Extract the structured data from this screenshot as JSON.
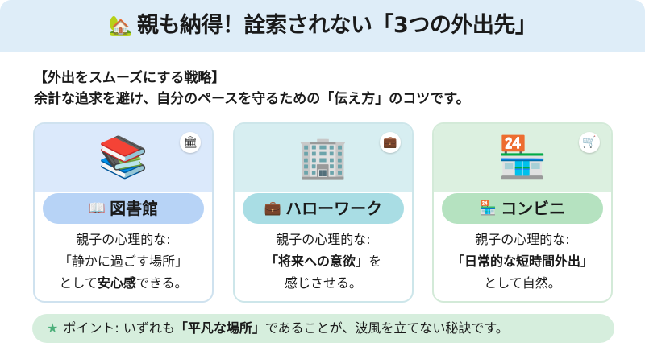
{
  "header": {
    "icon": "house-icon",
    "title": "親も納得！詮索されない「3つの外出先」"
  },
  "intro": {
    "heading": "【外出をスムーズにする戦略】",
    "text": "余計な追求を避け、自分のペースを守るための「伝え方」のコツです。"
  },
  "cards": [
    {
      "illustration": "books-icon",
      "badge": "🏛",
      "label_icon": "📖",
      "label": "図書館",
      "line1": "親子の心理的な:",
      "line2": "「静かに過ごす場所」",
      "line3a": "として",
      "line3b": "安心感",
      "line3c": "できる。"
    },
    {
      "illustration": "office-building-icon",
      "badge": "💼",
      "label_icon": "💼",
      "label": "ハローワーク",
      "line1": "親子の心理的な:",
      "line2": "「将来への意欲」",
      "line2b": "を",
      "line3": "感じさせる。"
    },
    {
      "illustration": "convenience-store-icon",
      "badge": "🛒",
      "label_icon": "🏪",
      "label": "コンビニ",
      "line1": "親子の心理的な:",
      "line2": "「日常的な短時間外出」",
      "line3": "として自然。"
    }
  ],
  "footer": {
    "icon": "star-icon",
    "prefix": "ポイント: いずれも",
    "bold": "「平凡な場所」",
    "suffix": "であることが、波風を立てない秘訣です。"
  }
}
